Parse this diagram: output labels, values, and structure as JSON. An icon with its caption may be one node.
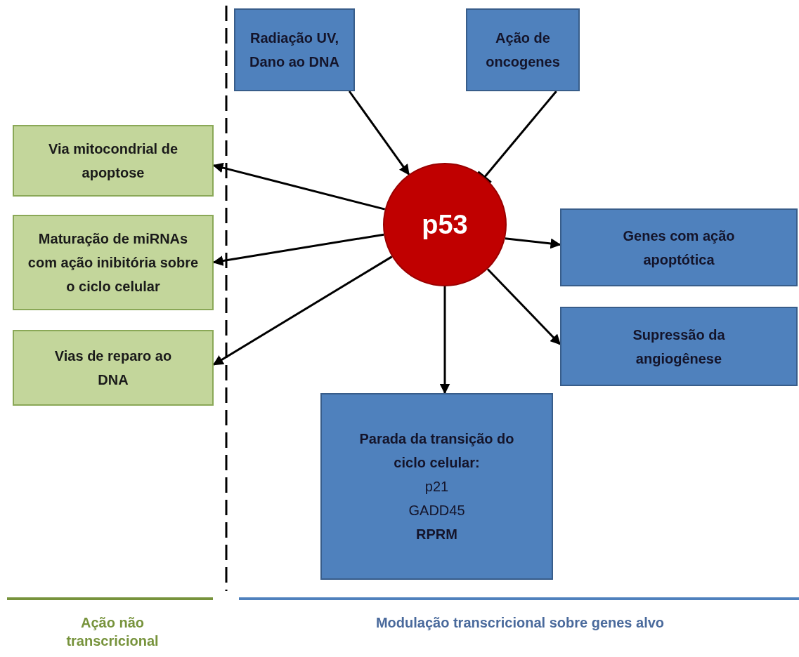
{
  "diagram": {
    "nodes": [
      {
        "text": [
          "Radiação UV, Dano ao DNA"
        ]
      },
      {
        "text": [
          "Ação de oncogenes"
        ]
      },
      {
        "text": [
          "Via mitocondrial de apoptose"
        ]
      },
      {
        "text": [
          "Maturação de miRNAs com ação inibitória sobre o ciclo celular"
        ]
      },
      {
        "text": [
          "Vias de reparo ao DNA"
        ]
      },
      {
        "text": [
          "p53"
        ]
      },
      {
        "text": [
          "Genes com ação apoptótica"
        ]
      },
      {
        "text": [
          "Supressão da angiogênese"
        ]
      },
      {
        "text": [
          "Parada da transição do ciclo celular:",
          "p21",
          "GADD45",
          "RPRM"
        ]
      }
    ],
    "edges": [
      {
        "from": 0,
        "to": 5,
        "arrow": "to"
      },
      {
        "from": 1,
        "to": 5,
        "arrow": "other"
      },
      {
        "from": 5,
        "to": 2,
        "arrow": "to"
      },
      {
        "from": 5,
        "to": 3,
        "arrow": "to"
      },
      {
        "from": 5,
        "to": 4,
        "arrow": "to"
      },
      {
        "from": 5,
        "to": 6,
        "arrow": "to"
      },
      {
        "from": 5,
        "to": 7,
        "arrow": "to"
      },
      {
        "from": 5,
        "to": 8,
        "arrow": "to"
      }
    ],
    "labels": [
      "Ação não transcricional",
      "Modulação transcricional sobre genes alvo"
    ]
  }
}
